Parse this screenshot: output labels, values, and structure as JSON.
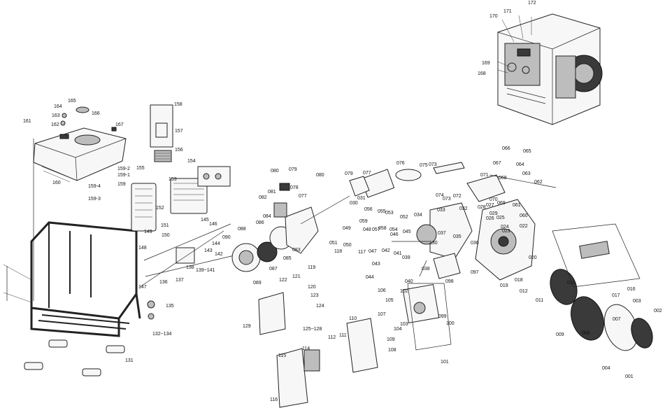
{
  "labels": {
    "l001": "001",
    "l002": "002",
    "l003": "003",
    "l004": "004",
    "l006": "006",
    "l007": "007",
    "l009": "009",
    "l010": "010",
    "l011": "011",
    "l012": "012",
    "l016": "016",
    "l017": "017",
    "l018": "018",
    "l019": "019",
    "l020": "020",
    "l022": "022",
    "l023": "023",
    "l024": "024",
    "l025": "025",
    "l026": "026",
    "l027": "027",
    "l028": "028",
    "l029": "029",
    "l030": "030",
    "l031": "031",
    "l032": "032",
    "l033": "033",
    "l034": "034",
    "l035": "035",
    "l036": "036",
    "l037": "037",
    "l038": "038",
    "l039": "039",
    "l040": "040",
    "l041": "041",
    "l042": "042",
    "l043": "043",
    "l044": "044",
    "l045": "045",
    "l046": "046",
    "l047": "047",
    "l048": "048",
    "l049": "049",
    "l050": "050",
    "l051": "051",
    "l052": "052",
    "l053": "053",
    "l054": "054",
    "l055": "055",
    "l056": "056",
    "l057": "057",
    "l058": "058",
    "l059": "059",
    "l060": "060",
    "l061": "061",
    "l062": "062",
    "l063": "063",
    "l064": "064",
    "l065": "065",
    "l066": "066",
    "l067": "067",
    "l068": "068",
    "l069": "069",
    "l070": "070",
    "l071": "071",
    "l072": "072",
    "l073": "073",
    "l074": "074",
    "l075": "075",
    "l076": "076",
    "l077": "077",
    "l078": "078",
    "l079": "079",
    "l080": "080",
    "l081": "081",
    "l082": "082",
    "l083": "083",
    "l084": "084",
    "l085": "085",
    "l086": "086",
    "l087": "087",
    "l088": "088",
    "l089": "089",
    "l090": "090",
    "l097": "097",
    "l098": "098",
    "l099": "099",
    "l100": "100",
    "l101": "101",
    "l102": "102",
    "l103": "103",
    "l104": "104",
    "l105": "105",
    "l106": "106",
    "l107": "107",
    "l108": "108",
    "l109": "109",
    "l110": "110",
    "l111": "111",
    "l112": "112",
    "l114": "114",
    "l115": "115",
    "l116": "116",
    "l117": "117",
    "l118": "118",
    "l119": "119",
    "l120": "120",
    "l121": "121",
    "l122": "122",
    "l123": "123",
    "l124": "124",
    "l125_128": "125~128",
    "l129": "129",
    "l130": "130",
    "l131": "131",
    "l132_134": "132~134",
    "l135": "135",
    "l136": "136",
    "l137": "137",
    "l138": "138",
    "l139_141": "139~141",
    "l142": "142",
    "l143": "143",
    "l144": "144",
    "l145": "145",
    "l146": "146",
    "l147": "147",
    "l148": "148",
    "l149": "149",
    "l150": "150",
    "l151": "151",
    "l152": "152",
    "l153": "153",
    "l154": "154",
    "l155": "155",
    "l156": "156",
    "l157": "157",
    "l158": "158",
    "l159": "159",
    "l159_1": "159-1",
    "l159_2": "159-2",
    "l159_3": "159-3",
    "l159_4": "159-4",
    "l160": "160",
    "l161": "161",
    "l162": "162",
    "l163": "163",
    "l164": "164",
    "l165": "165",
    "l166": "166",
    "l167": "167",
    "l168": "168",
    "l169": "169",
    "l170": "170",
    "l171": "171",
    "l172": "172"
  },
  "colors": {
    "ink": "#111111",
    "fill": "#f7f7f7",
    "dark": "#3a3a3a",
    "mid": "#bdbdbd"
  }
}
